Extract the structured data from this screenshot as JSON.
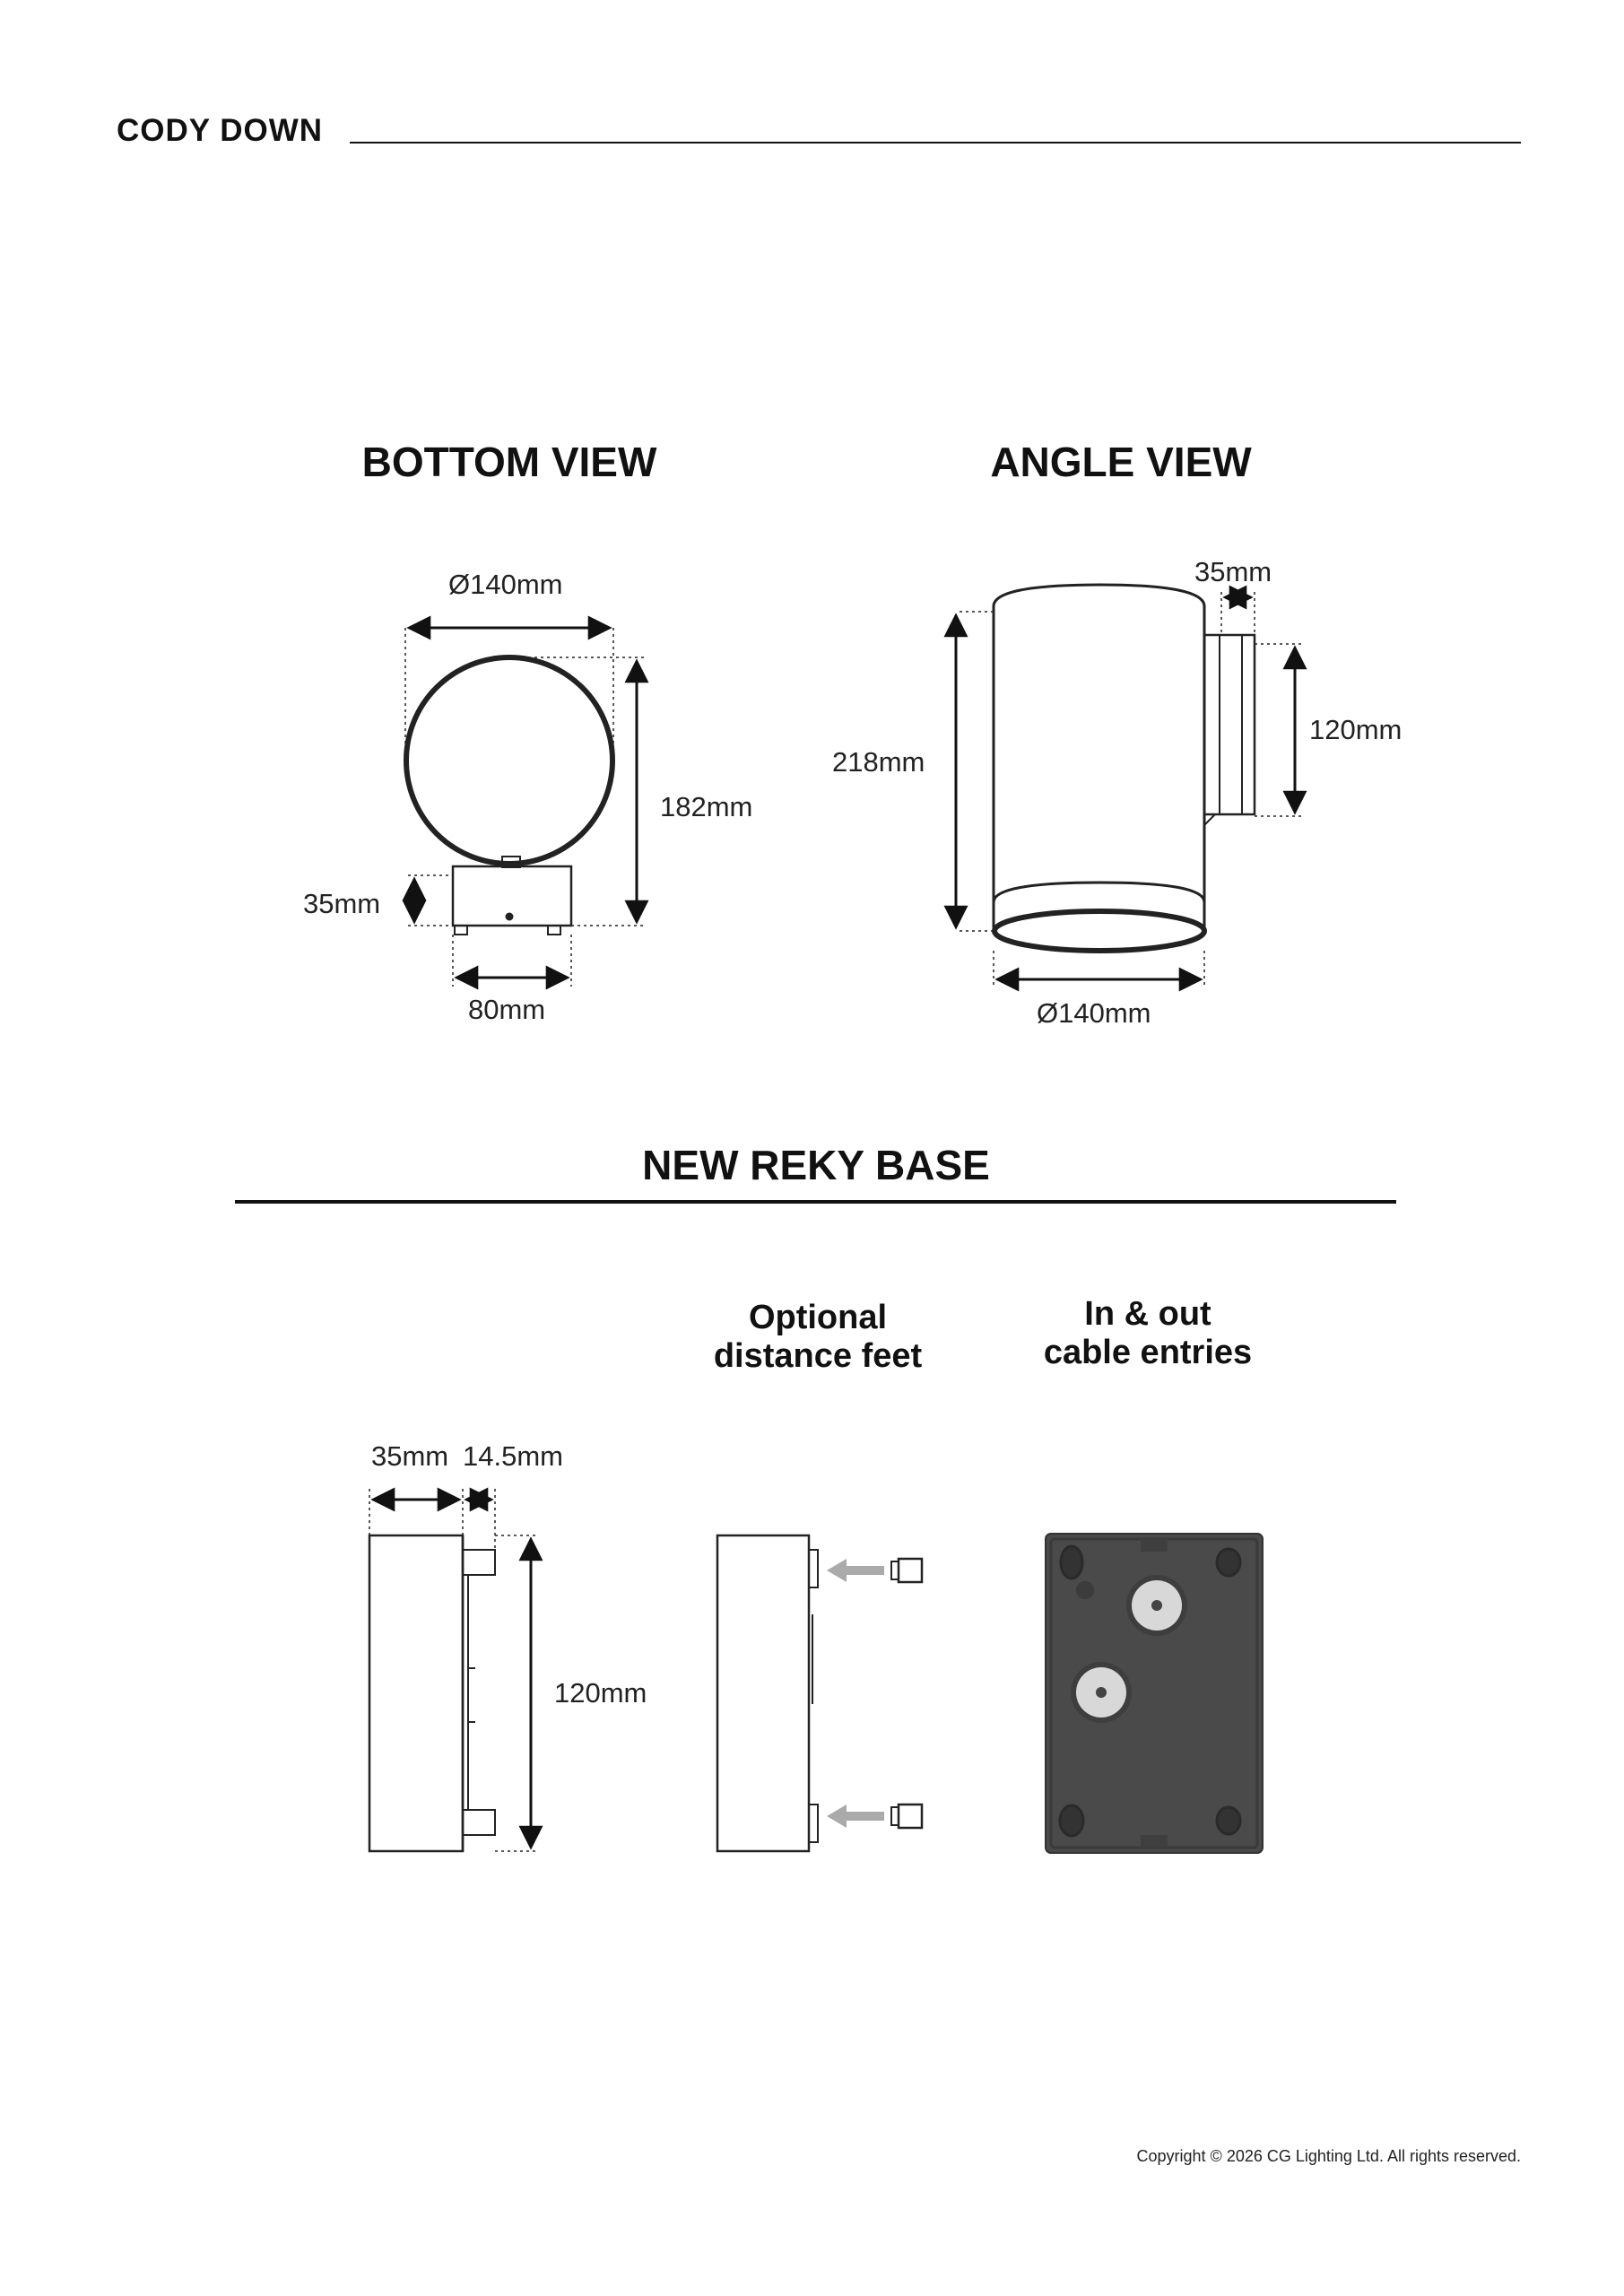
{
  "header": {
    "title": "CODY DOWN"
  },
  "bottom_view": {
    "title": "BOTTOM  VIEW",
    "diameter_label": "Ø140mm",
    "height_label": "182mm",
    "base_depth_label": "35mm",
    "base_width_label": "80mm"
  },
  "angle_view": {
    "title": "ANGLE VIEW",
    "base_depth_label": "35mm",
    "base_height_label": "120mm",
    "height_label": "218mm",
    "diameter_label": "Ø140mm"
  },
  "new_base": {
    "title": "NEW REKY BASE",
    "dim_depth_label": "35mm",
    "dim_feet_label": "14.5mm",
    "dim_height_label": "120mm",
    "feet_caption": "Optional\ndistance feet",
    "cable_caption": "In & out\ncable entries"
  },
  "footer": {
    "copyright": "Copyright © 2026 CG Lighting Ltd. All rights reserved."
  }
}
